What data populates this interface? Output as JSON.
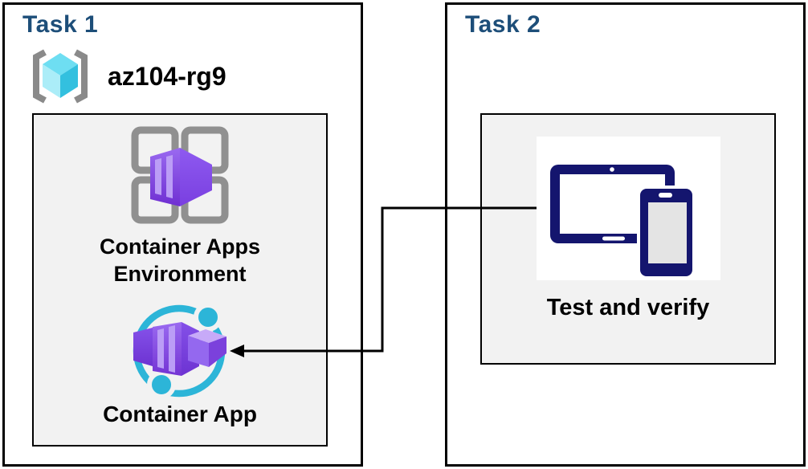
{
  "task1": {
    "title": "Task 1",
    "resource_group_name": "az104-rg9",
    "environment_label": "Container Apps Environment",
    "container_app_label": "Container App"
  },
  "task2": {
    "title": "Task 2",
    "test_label": "Test and verify"
  },
  "icons": {
    "resource_group": "resource-group-icon",
    "environment": "container-apps-environment-icon",
    "container_app": "container-app-icon",
    "devices": "tablet-and-phone-icon"
  },
  "colors": {
    "task_title_blue": "#1d4e79",
    "box_border": "#000000",
    "inner_panel_bg": "#f2f2f2",
    "label_text": "#000000",
    "arrow": "#000000",
    "icon_teal": "#2cb5d8",
    "icon_purple_front": "#9a6af0",
    "icon_purple_dark": "#6f2fd2",
    "icon_purple_stripe": "#bb9df6",
    "icon_navy_device": "#14156e",
    "icon_grid_gray": "#909090",
    "icon_bracket_gray": "#8a8a8a",
    "cube_top_cyan": "#6edef2",
    "cube_left_cyan": "#abedf8",
    "cube_right_cyan": "#33c0df"
  }
}
